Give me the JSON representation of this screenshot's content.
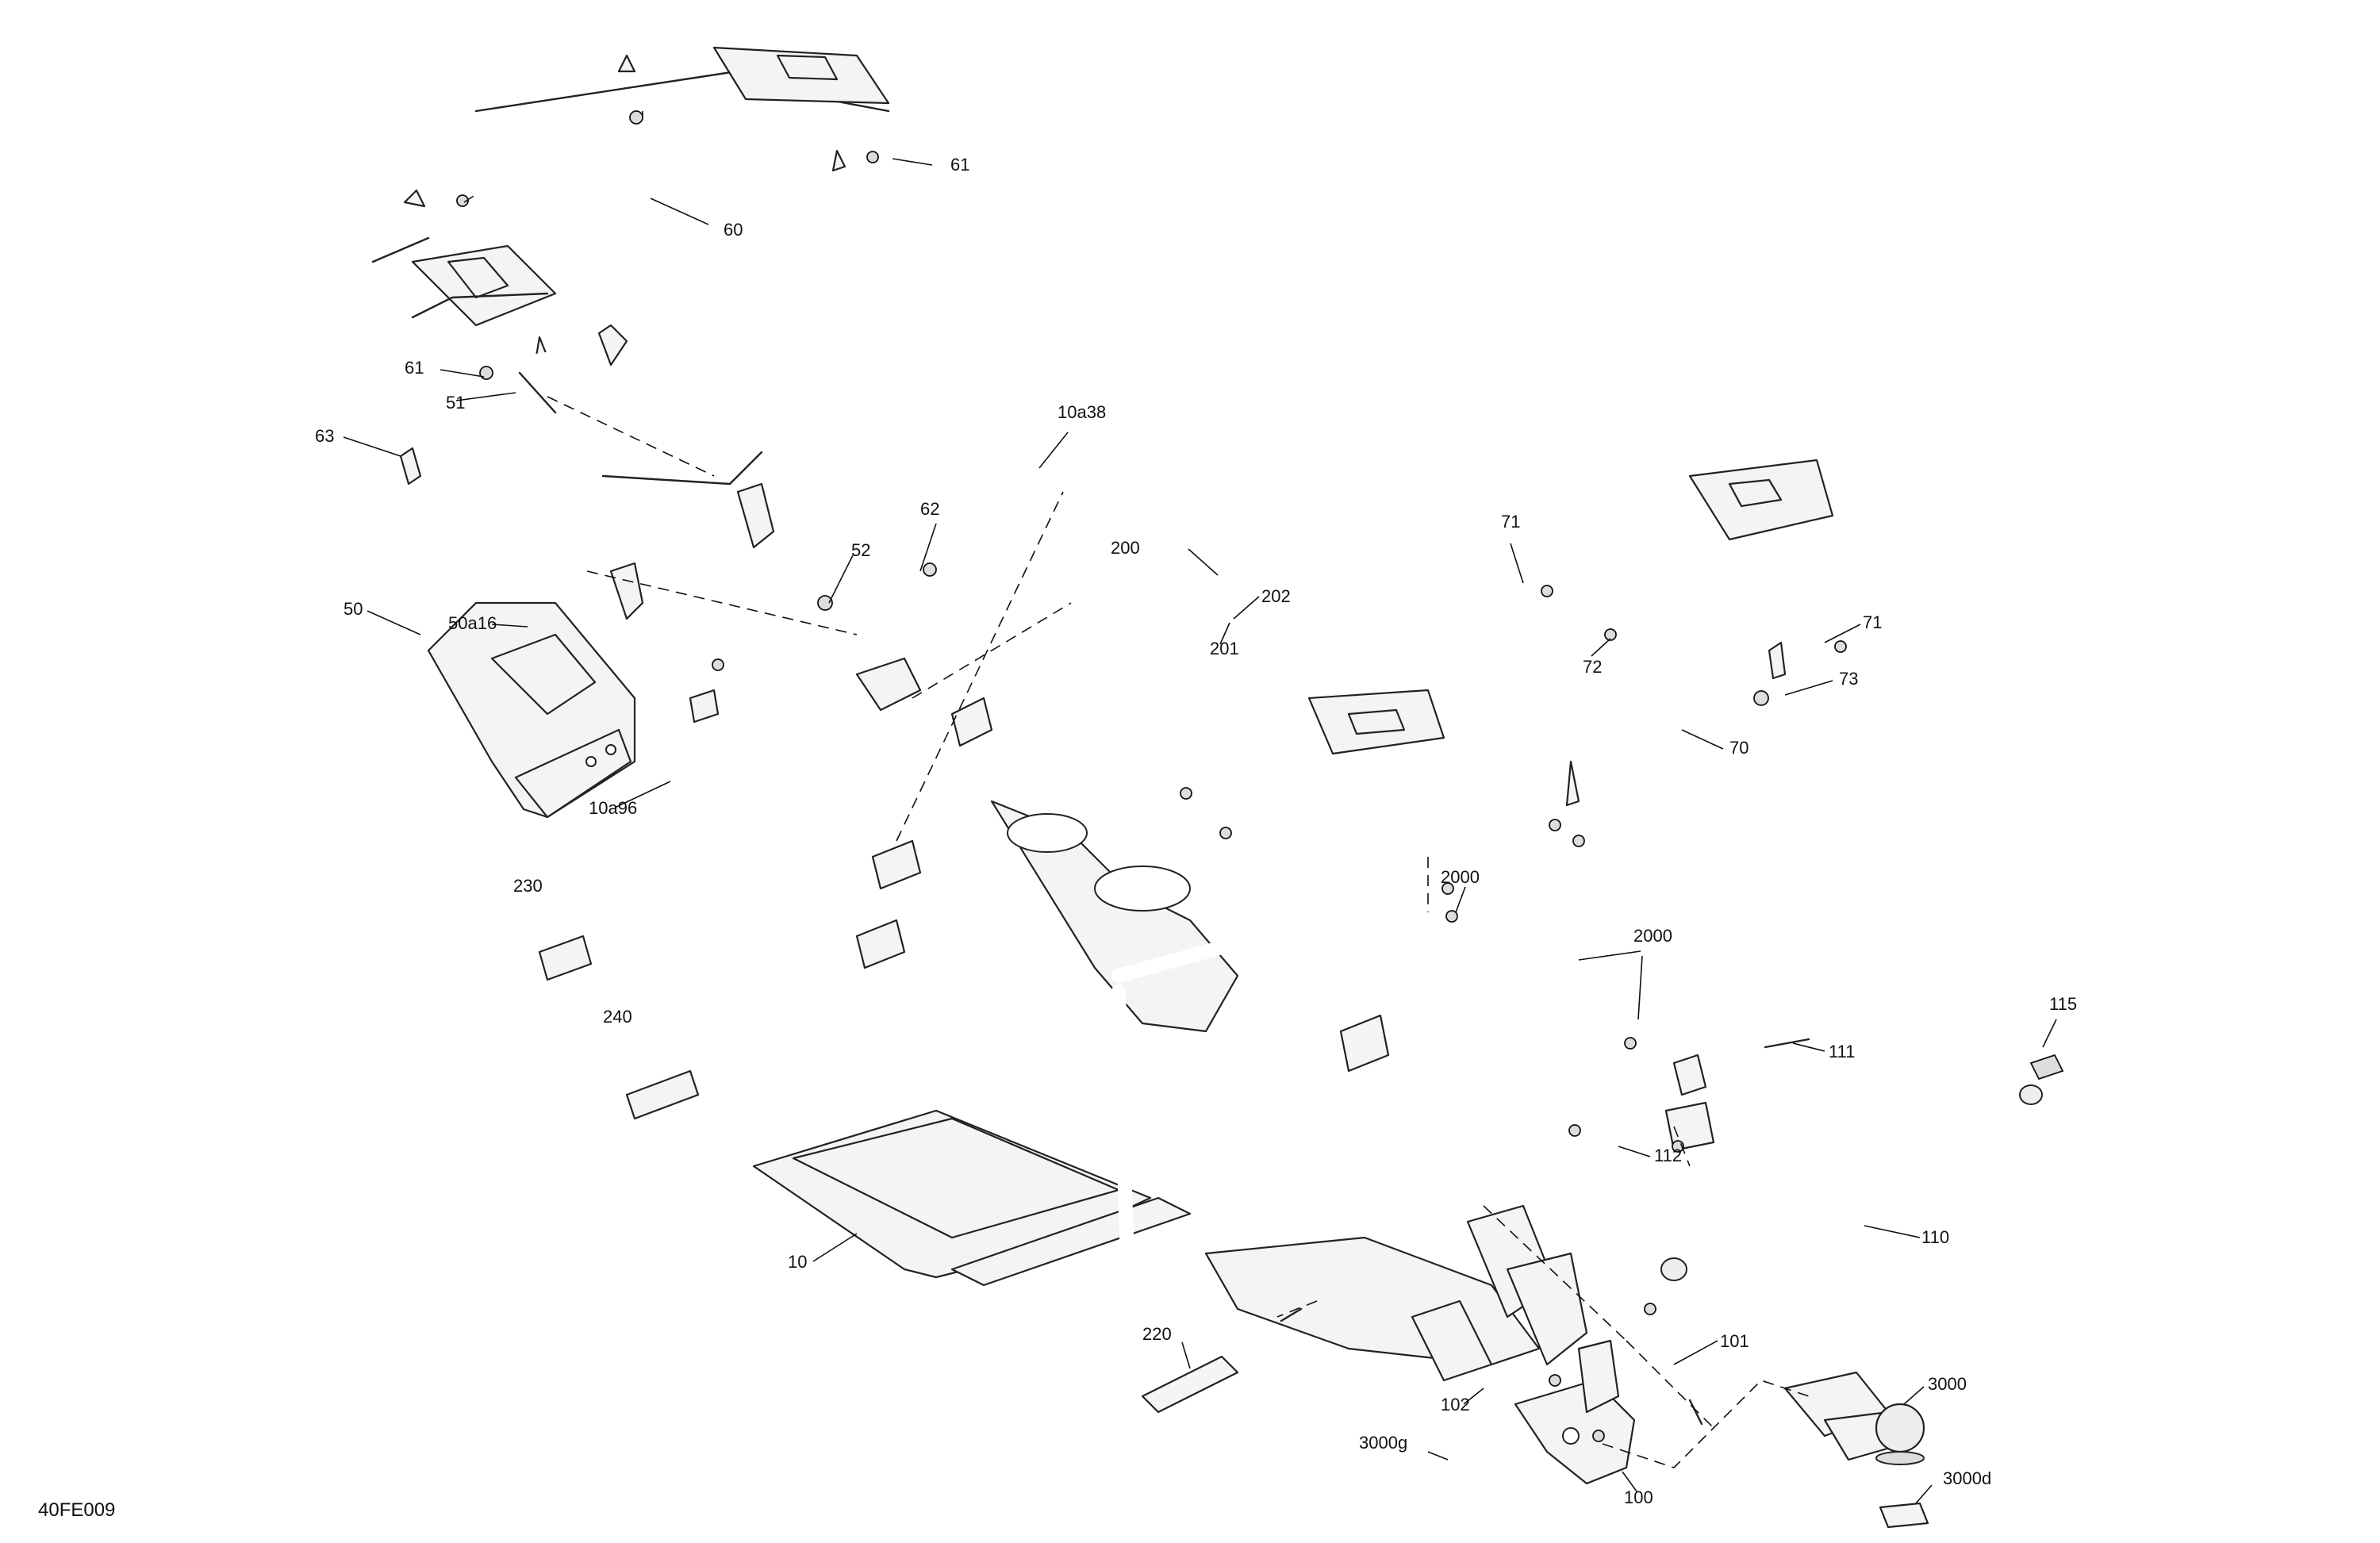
{
  "drawing_code": "40FE009",
  "callouts": {
    "c61a": "61",
    "c60": "60",
    "c61b": "61",
    "c51": "51",
    "c63": "63",
    "c10a38": "10a38",
    "c62": "62",
    "c52": "52",
    "c50": "50",
    "c50a16": "50a16",
    "c10a96": "10a96",
    "c200": "200",
    "c202": "202",
    "c201": "201",
    "c71a": "71",
    "c71b": "71",
    "c72": "72",
    "c73": "73",
    "c70": "70",
    "c230": "230",
    "c240": "240",
    "c2000a": "2000",
    "c2000b": "2000",
    "c111": "111",
    "c115": "115",
    "c112": "112",
    "c110": "110",
    "c10": "10",
    "c220": "220",
    "c101": "101",
    "c102": "102",
    "c3000": "3000",
    "c3000g": "3000g",
    "c100": "100",
    "c3000d": "3000d"
  }
}
